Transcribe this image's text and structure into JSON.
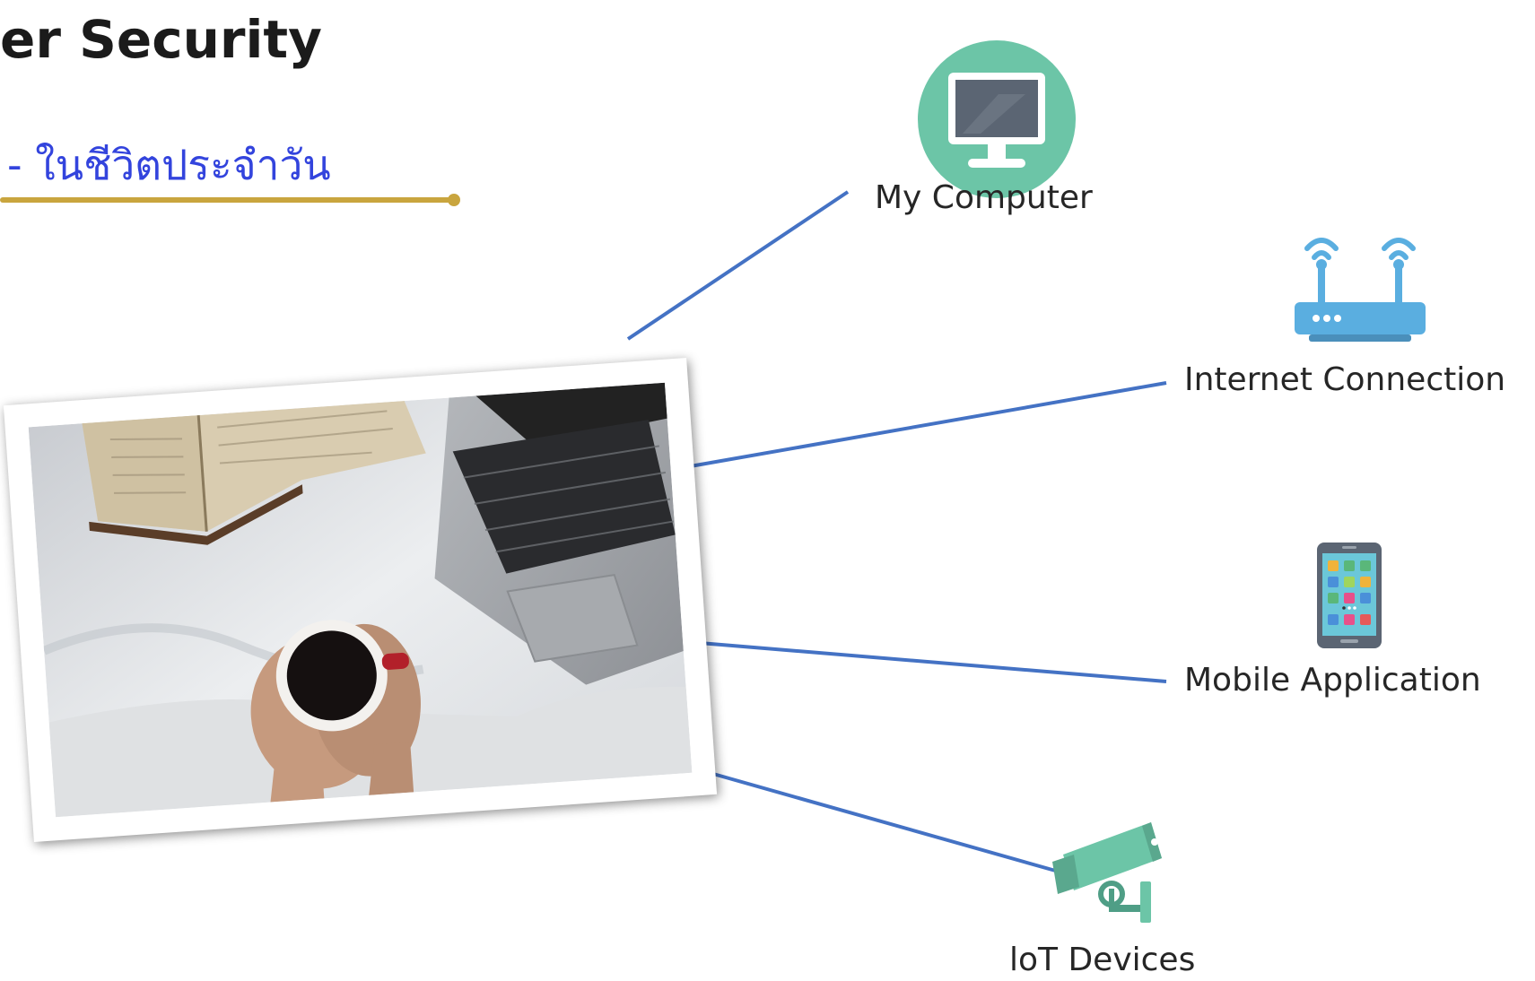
{
  "header": {
    "title": "er Security",
    "subtitle": "- ในชีวิตประจำวัน"
  },
  "nodes": {
    "computer": {
      "label": "My Computer",
      "icon": "computer-monitor-icon"
    },
    "internet": {
      "label": "Internet Connection",
      "icon": "wifi-router-icon"
    },
    "mobile": {
      "label": "Mobile Application",
      "icon": "smartphone-apps-icon"
    },
    "iot": {
      "label": "loT Devices",
      "icon": "security-camera-icon"
    }
  },
  "colors": {
    "connector": "#4472c4",
    "title": "#1b1b1b",
    "subtitle": "#3344dd",
    "accent_line": "#c9a53e",
    "computer_circle": "#6cc5a7",
    "router": "#5aaee0",
    "camera": "#6cc5a7"
  }
}
